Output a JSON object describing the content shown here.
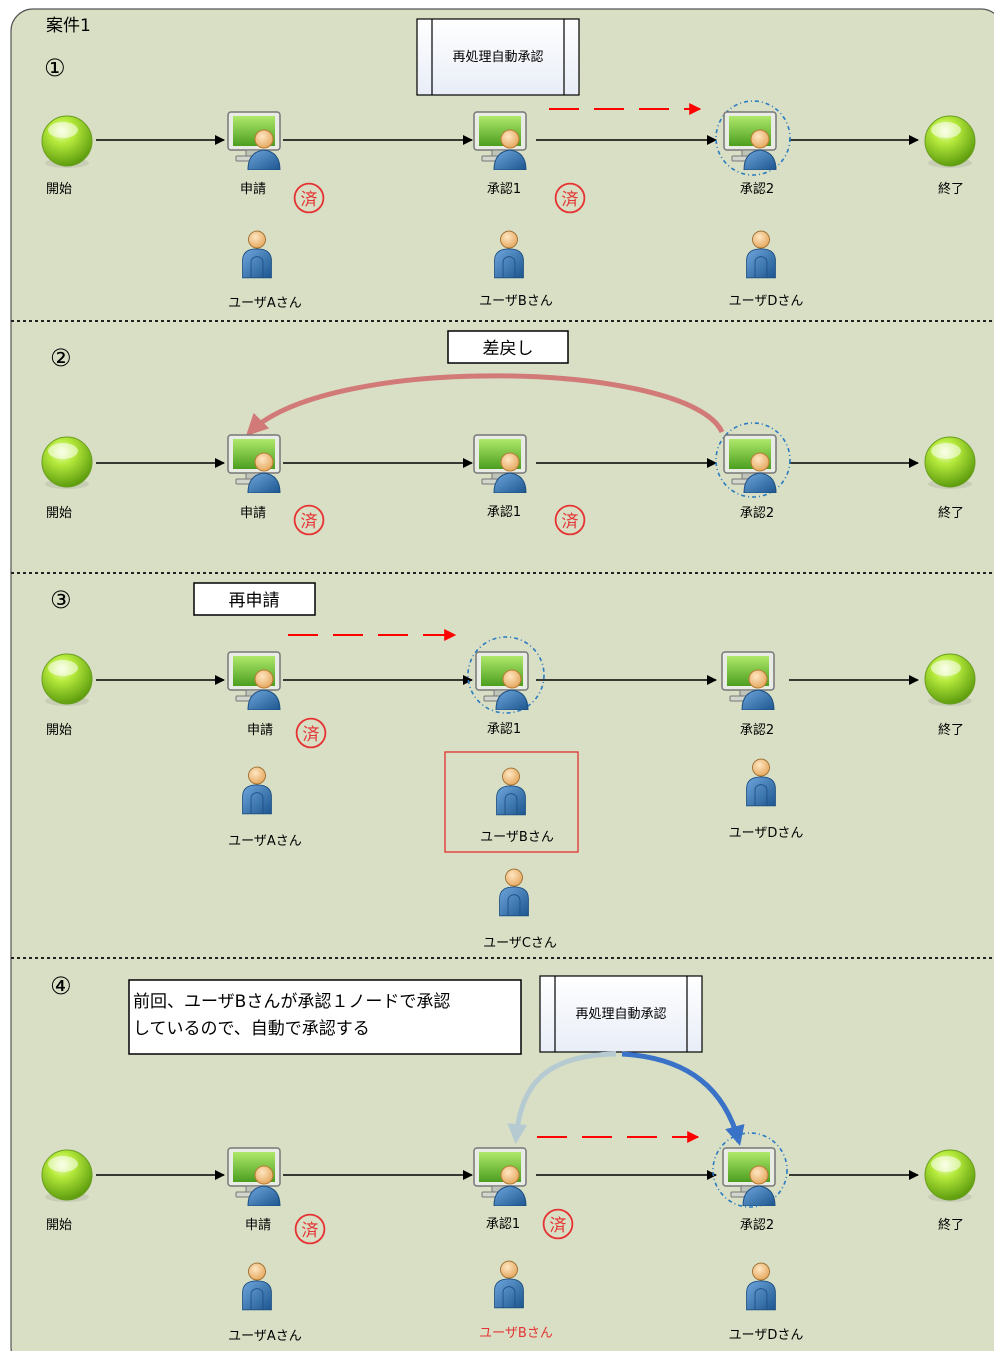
{
  "title": "案件1",
  "colors": {
    "panel": "#d9dfc5",
    "done": "#e53333",
    "dash_arrow": "#ff0000",
    "return_arrow": "#d17a78",
    "auto_arrow": "#3a72c8",
    "auto_arrow_light": "#b6cad2",
    "highlight_box": "#e03030"
  },
  "common": {
    "start": "開始",
    "end": "終了",
    "apply": "申請",
    "approve1": "承認1",
    "approve2": "承認2",
    "done_mark": "済"
  },
  "icons": {
    "start": "green-circle-icon",
    "end": "green-circle-icon",
    "node": "monitor-user-icon",
    "user": "person-icon"
  },
  "sections": [
    {
      "number": "①",
      "box_label": "再処理自動承認",
      "users": [
        "ユーザAさん",
        "ユーザBさん",
        "ユーザDさん"
      ]
    },
    {
      "number": "②",
      "box_label": "差戻し"
    },
    {
      "number": "③",
      "box_label": "再申請",
      "users": [
        "ユーザAさん",
        "ユーザBさん",
        "ユーザDさん",
        "ユーザCさん"
      ]
    },
    {
      "number": "④",
      "note_line1": "前回、ユーザBさんが承認１ノードで承認",
      "note_line2": "しているので、自動で承認する",
      "box_label": "再処理自動承認",
      "users": [
        "ユーザAさん",
        "ユーザBさん",
        "ユーザDさん"
      ]
    }
  ]
}
